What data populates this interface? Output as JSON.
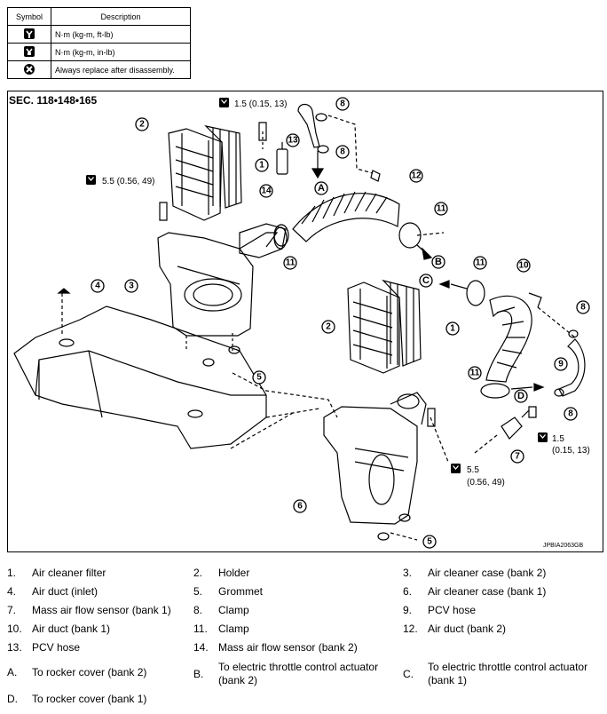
{
  "symbol_table": {
    "header_symbol": "Symbol",
    "header_description": "Description",
    "rows": [
      {
        "icon": "torque-wrench-icon",
        "description": "N·m (kg-m, ft-lb)"
      },
      {
        "icon": "torque-wrench-inlb-icon",
        "description": "N·m (kg-m, in-lb)"
      },
      {
        "icon": "replace-x-icon",
        "description": "Always replace after disassembly."
      }
    ]
  },
  "diagram": {
    "section": "SEC. 118•148•165",
    "code": "JPBIA2063GB",
    "torques": [
      "1.5 (0.15, 13)",
      "5.5 (0.56, 49)",
      "1.5",
      "(0.15, 13)",
      "5.5",
      "(0.56, 49)"
    ],
    "callouts": [
      "1",
      "2",
      "3",
      "4",
      "5",
      "6",
      "7",
      "8",
      "9",
      "10",
      "11",
      "12",
      "13",
      "14"
    ],
    "letters": [
      "A",
      "B",
      "C",
      "D"
    ]
  },
  "legend": [
    {
      "num": "1.",
      "text": "Air cleaner filter"
    },
    {
      "num": "2.",
      "text": "Holder"
    },
    {
      "num": "3.",
      "text": "Air cleaner case (bank 2)"
    },
    {
      "num": "4.",
      "text": "Air duct (inlet)"
    },
    {
      "num": "5.",
      "text": "Grommet"
    },
    {
      "num": "6.",
      "text": "Air cleaner case (bank 1)"
    },
    {
      "num": "7.",
      "text": "Mass air flow sensor (bank 1)"
    },
    {
      "num": "8.",
      "text": "Clamp"
    },
    {
      "num": "9.",
      "text": "PCV hose"
    },
    {
      "num": "10.",
      "text": "Air duct (bank 1)"
    },
    {
      "num": "11.",
      "text": "Clamp"
    },
    {
      "num": "12.",
      "text": "Air duct (bank 2)"
    },
    {
      "num": "13.",
      "text": "PCV hose"
    },
    {
      "num": "14.",
      "text": "Mass air flow sensor (bank 2)"
    },
    {
      "num": "A.",
      "text": "To rocker cover (bank 2)"
    },
    {
      "num": "B.",
      "text": "To electric throttle control actuator (bank 2)"
    },
    {
      "num": "C.",
      "text": "To electric throttle control actuator (bank 1)"
    },
    {
      "num": "D.",
      "text": "To rocker cover (bank 1)"
    }
  ]
}
